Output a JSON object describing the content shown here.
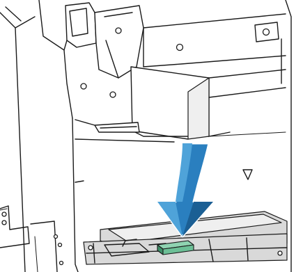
{
  "figure": {
    "kind": "instructional-illustration",
    "subject": "printer-interior-paper-path",
    "arrow": {
      "direction": "down",
      "color": "#2a7fbf",
      "color_light": "#4fa3d9",
      "color_dark": "#1b5f94"
    },
    "handle": {
      "color": "#6cbf96",
      "color_dark": "#3e8f68"
    },
    "colors": {
      "line": "#1a1a1a",
      "panel_fill": "#d9d9d9",
      "panel_light": "#efefef"
    }
  }
}
